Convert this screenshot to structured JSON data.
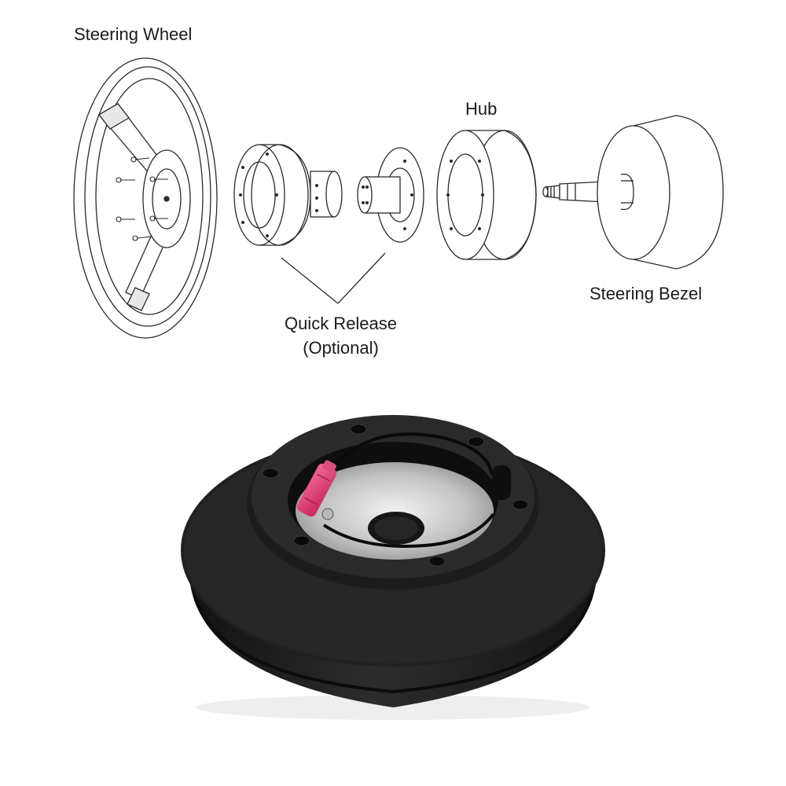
{
  "labels": {
    "steering_wheel": "Steering Wheel",
    "hub": "Hub",
    "steering_bezel": "Steering Bezel",
    "quick_release_line1": "Quick Release",
    "quick_release_line2": "(Optional)"
  },
  "colors": {
    "line_art": "#2a2a2a",
    "hub_black": "#1c1c1c",
    "hub_face": "#242424",
    "plate_metal": "#c8c8c8",
    "connector_pink": "#e0306a",
    "background": "#ffffff"
  },
  "parts": [
    {
      "id": "steering-wheel",
      "icon": "steering-wheel-icon"
    },
    {
      "id": "quick-release-adapter",
      "icon": "quick-release-icon"
    },
    {
      "id": "quick-release-plate",
      "icon": "release-plate-icon"
    },
    {
      "id": "hub",
      "icon": "hub-icon"
    },
    {
      "id": "steering-shaft",
      "icon": "shaft-icon"
    },
    {
      "id": "steering-bezel",
      "icon": "bezel-icon"
    },
    {
      "id": "hub-product-photo",
      "icon": "hub-photo-icon"
    }
  ]
}
